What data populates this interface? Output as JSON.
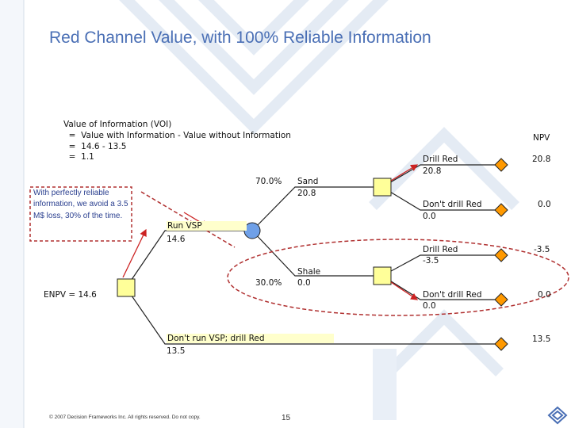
{
  "slide": {
    "title": "Red Channel Value, with 100% Reliable Information",
    "voi_lines": [
      "Value of Information (VOI)",
      "  =  Value with Information - Value without Information",
      "  =  14.6 - 13.5",
      "  =  1.1"
    ],
    "npv_header": "NPV",
    "callout": "With perfectly reliable information, we avoid a 3.5 M$ loss, 30% of the time.",
    "footer": "© 2007 Decision Frameworks Inc. All rights reserved. Do not copy.",
    "page_number": "15"
  },
  "tree": {
    "root_label": "ENPV = 14.6",
    "run_vsp": {
      "label": "Run VSP",
      "value": "14.6"
    },
    "sand": {
      "prob": "70.0%",
      "label": "Sand",
      "value": "20.8"
    },
    "shale": {
      "prob": "30.0%",
      "label": "Shale",
      "value": "0.0"
    },
    "sand_drill": {
      "label": "Drill Red",
      "value": "20.8",
      "npv": "20.8"
    },
    "sand_nodrill": {
      "label": "Don't drill Red",
      "value": "0.0",
      "npv": "0.0"
    },
    "shale_drill": {
      "label": "Drill Red",
      "value": "-3.5",
      "npv": "-3.5"
    },
    "shale_nodrill": {
      "label": "Don't drill Red",
      "value": "0.0",
      "npv": "0.0"
    },
    "no_vsp": {
      "label": "Don't run VSP; drill Red",
      "value": "13.5",
      "npv": "13.5"
    }
  },
  "colors": {
    "title": "#4a6fb5",
    "decision_node": "#ffff99",
    "chance_node": "#6fa0e8",
    "terminal_node": "#ff9900",
    "highlight": "#ffffcc",
    "arrow": "#cc2222",
    "callout_border": "#b03030"
  }
}
